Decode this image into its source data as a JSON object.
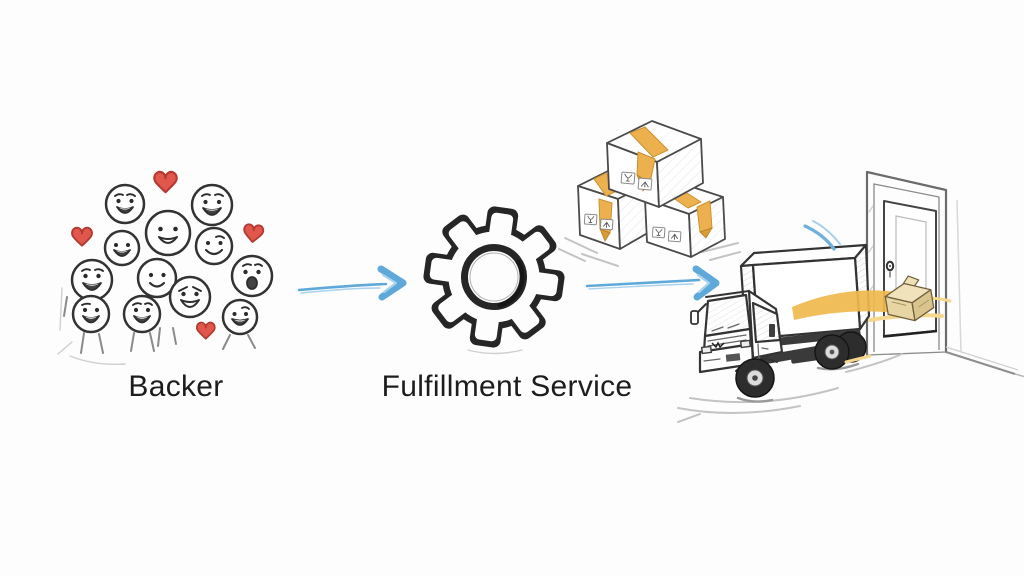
{
  "page": {
    "background": "#fdfdfd"
  },
  "diagram": {
    "type": "flow",
    "style": "hand-drawn-sketch",
    "stages": [
      {
        "id": "backer",
        "label": "Backer",
        "icon": "crowd-of-smiling-backers-with-hearts-icon"
      },
      {
        "id": "fulfillment",
        "label": "Fulfillment Service",
        "icon": "gear-icon"
      },
      {
        "id": "delivery",
        "label": "",
        "icon": "boxes-truck-package-door-icon"
      }
    ],
    "labels": {
      "backer": "Backer",
      "fulfillment": "Fulfillment Service"
    },
    "connectors": [
      {
        "from": "backer",
        "to": "fulfillment",
        "style": "sketch-arrow-right"
      },
      {
        "from": "fulfillment",
        "to": "delivery",
        "style": "sketch-arrow-right"
      }
    ],
    "colors": {
      "arrow": "#5ea9d9",
      "arrow_light": "#a9d2ec",
      "heart": "#e2574c",
      "heart_outline": "#b23a33",
      "tape": "#ecb14e",
      "streak": "#f0b94e",
      "ink": "#2e2e2e",
      "pencil": "#9a9a9a",
      "background": "#fdfdfd",
      "label_text": "#1d1d1d"
    }
  }
}
